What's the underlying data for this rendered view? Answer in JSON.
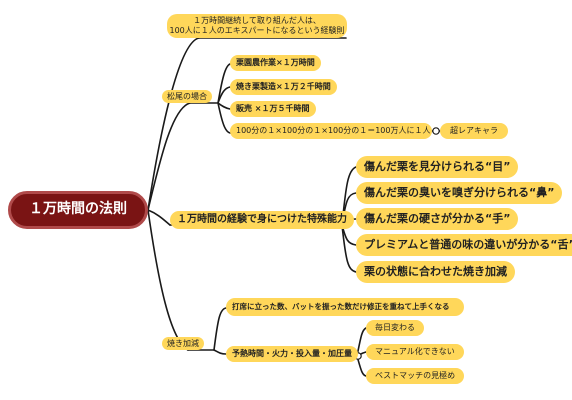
{
  "root": {
    "label": "１万時間の法則"
  },
  "branches": {
    "intro": {
      "line1": "１万時間継続して取り組んだ人は、",
      "line2": "100人に１人のエキスパートになるという経験則"
    },
    "matsuo": {
      "label": "松尾の場合",
      "items": [
        "栗園農作業×１万時間",
        "焼き栗製造×１万２千時間",
        "販売 ×１万５千時間",
        "100分の１×100分の１×100分の１＝100万人に１人"
      ],
      "result": "超レアキャラ"
    },
    "skills": {
      "label": "１万時間の経験で身につけた特殊能力",
      "items": [
        "傷んだ栗を見分けられる“目”",
        "傷んだ栗の臭いを嗅ぎ分けられる“鼻”",
        "傷んだ栗の硬さが分かる“手”",
        "プレミアムと普通の味の違いが分かる“舌”",
        "栗の状態に合わせた焼き加減"
      ]
    },
    "roasting": {
      "label": "焼き加減",
      "batting": "打席に立った数、バットを振った数だけ修正を重ねて上手くなる",
      "factors": "予熱時間・火力・投入量・加圧量",
      "sub": [
        "毎日変わる",
        "マニュアル化できない",
        "ベストマッチの見極め"
      ]
    }
  },
  "colors": {
    "node": "#ffd75a",
    "root": "#7a1414",
    "line": "#1a1a1a"
  }
}
